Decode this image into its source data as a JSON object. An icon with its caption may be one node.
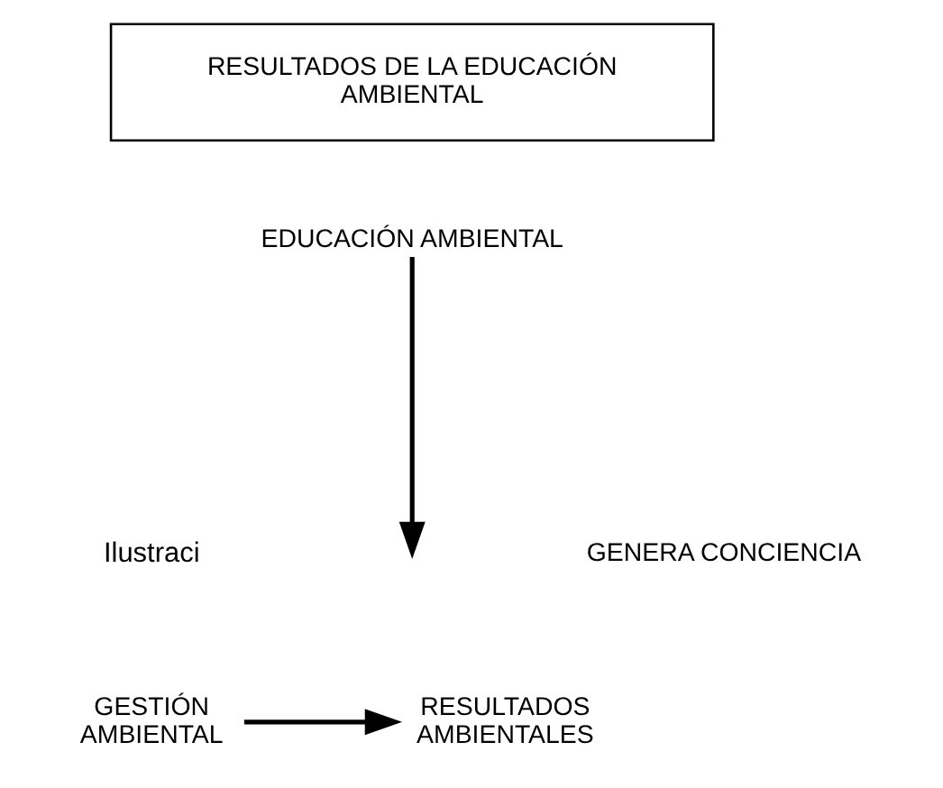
{
  "diagram": {
    "nodes": [
      {
        "text": [
          "RESULTADOS DE LA EDUCACIÓN AMBIENTAL"
        ]
      },
      {
        "text": [
          "EDUCACIÓN AMBIENTAL"
        ]
      },
      {
        "text": [
          "GESTIÓN AMBIENTAL"
        ]
      },
      {
        "text": [
          "RESULTADOS AMBIENTALES"
        ]
      }
    ],
    "edges": [
      {
        "from": 1,
        "to": null,
        "arrow": "to"
      },
      {
        "from": 2,
        "to": 3,
        "arrow": "to"
      }
    ],
    "labels": [
      "Ilustraci",
      "GENERA CONCIENCIA"
    ]
  }
}
